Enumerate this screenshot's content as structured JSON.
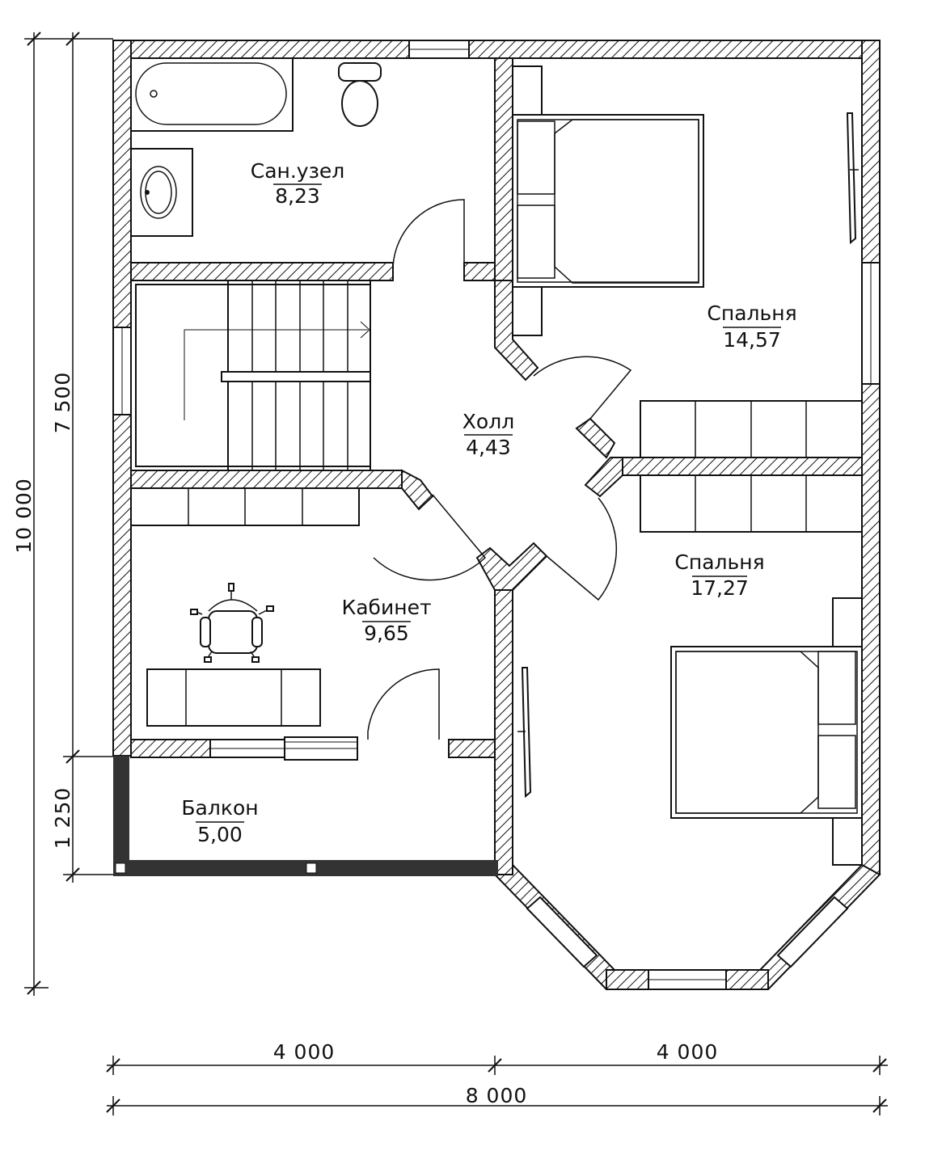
{
  "rooms": {
    "bathroom": {
      "name": "Сан.узел",
      "area": "8,23"
    },
    "hall": {
      "name": "Холл",
      "area": "4,43"
    },
    "bedroom_top": {
      "name": "Спальня",
      "area": "14,57"
    },
    "bedroom_bottom": {
      "name": "Спальня",
      "area": "17,27"
    },
    "office": {
      "name": "Кабинет",
      "area": "9,65"
    },
    "balcony": {
      "name": "Балкон",
      "area": "5,00"
    }
  },
  "dimensions": {
    "total_height": "10 000",
    "upper_height": "7 500",
    "balcony_depth": "1 250",
    "left_width": "4 000",
    "right_width": "4 000",
    "total_width": "8 000"
  }
}
